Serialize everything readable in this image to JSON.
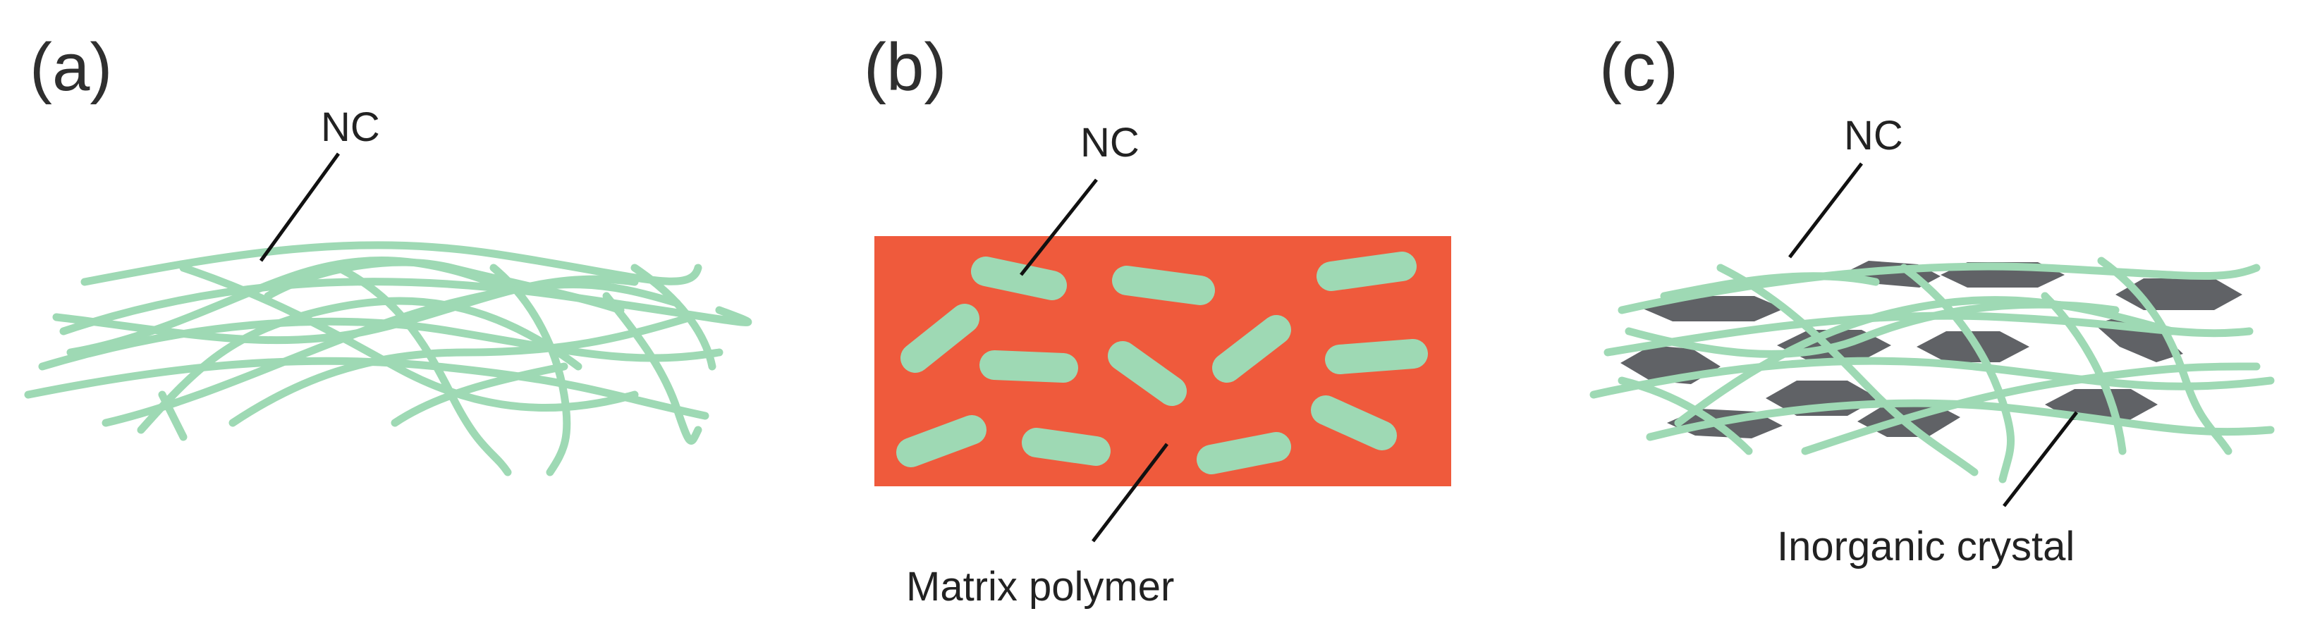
{
  "colors": {
    "fiber": "#9ed9b4",
    "matrix": "#ef5a3c",
    "crystal": "#606266",
    "leader": "#111111"
  },
  "panels": {
    "a": {
      "label": "(a)",
      "nc_label": "NC"
    },
    "b": {
      "label": "(b)",
      "nc_label": "NC",
      "matrix_label": "Matrix polymer"
    },
    "c": {
      "label": "(c)",
      "nc_label": "NC",
      "crystal_label": "Inorganic crystal"
    }
  }
}
